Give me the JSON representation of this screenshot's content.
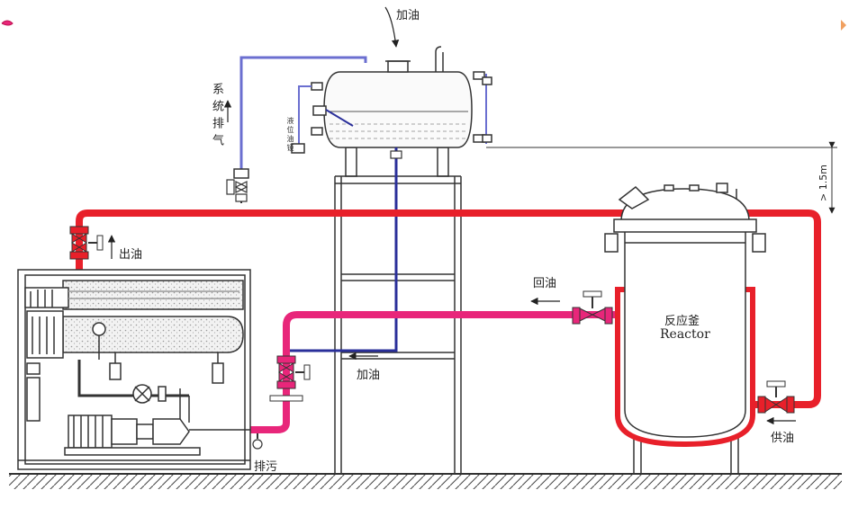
{
  "labels": {
    "add_oil_top": "加油",
    "system_exhaust": "系统排气",
    "level_gauge": "液位油镜",
    "outlet_oil": "出油",
    "return_oil": "回油",
    "add_oil_mid": "加油",
    "drain": "排污",
    "reactor_cn": "反应釜",
    "reactor_en": "Reactor",
    "supply_oil": "供油",
    "height_dim": "> 1.5m"
  },
  "colors": {
    "hot_pipe": "#e8202a",
    "return_pipe": "#e8267a",
    "fill_pipe": "#2a2f9a",
    "vent_pipe": "#6b6fd0",
    "outline": "#333333"
  }
}
